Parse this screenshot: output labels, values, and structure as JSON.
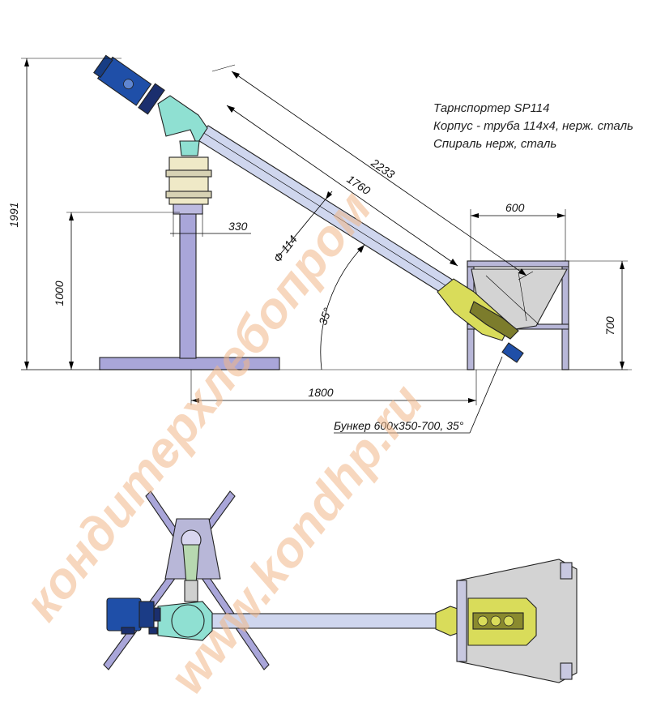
{
  "notes": {
    "line1": "Тарнспортер SP114",
    "line2": "Корпус - труба 114x4, нерж. сталь",
    "line3": "Спираль нерж, сталь"
  },
  "dimensions": {
    "overall_height": "1991",
    "stand_height": "1000",
    "stand_width": "330",
    "tube_length_total": "2233",
    "tube_length_inner": "1760",
    "tube_diameter": "Ф 114",
    "angle": "35°",
    "hopper_width": "600",
    "hopper_height": "700",
    "base_length": "1800"
  },
  "hopper_label": "Бункер 600х350-700, 35°",
  "watermark": {
    "line1": "кондитерхлебопром",
    "line2": "www.kondhp.ru"
  },
  "colors": {
    "frame": "#a9a6d9",
    "tube": "#cfd6ee",
    "motor": "#1f4fa8",
    "head": "#8fe0d2",
    "feeder": "#d9dc5a",
    "hopper": "#d3d3d3",
    "watermark": "#f1b88a"
  }
}
